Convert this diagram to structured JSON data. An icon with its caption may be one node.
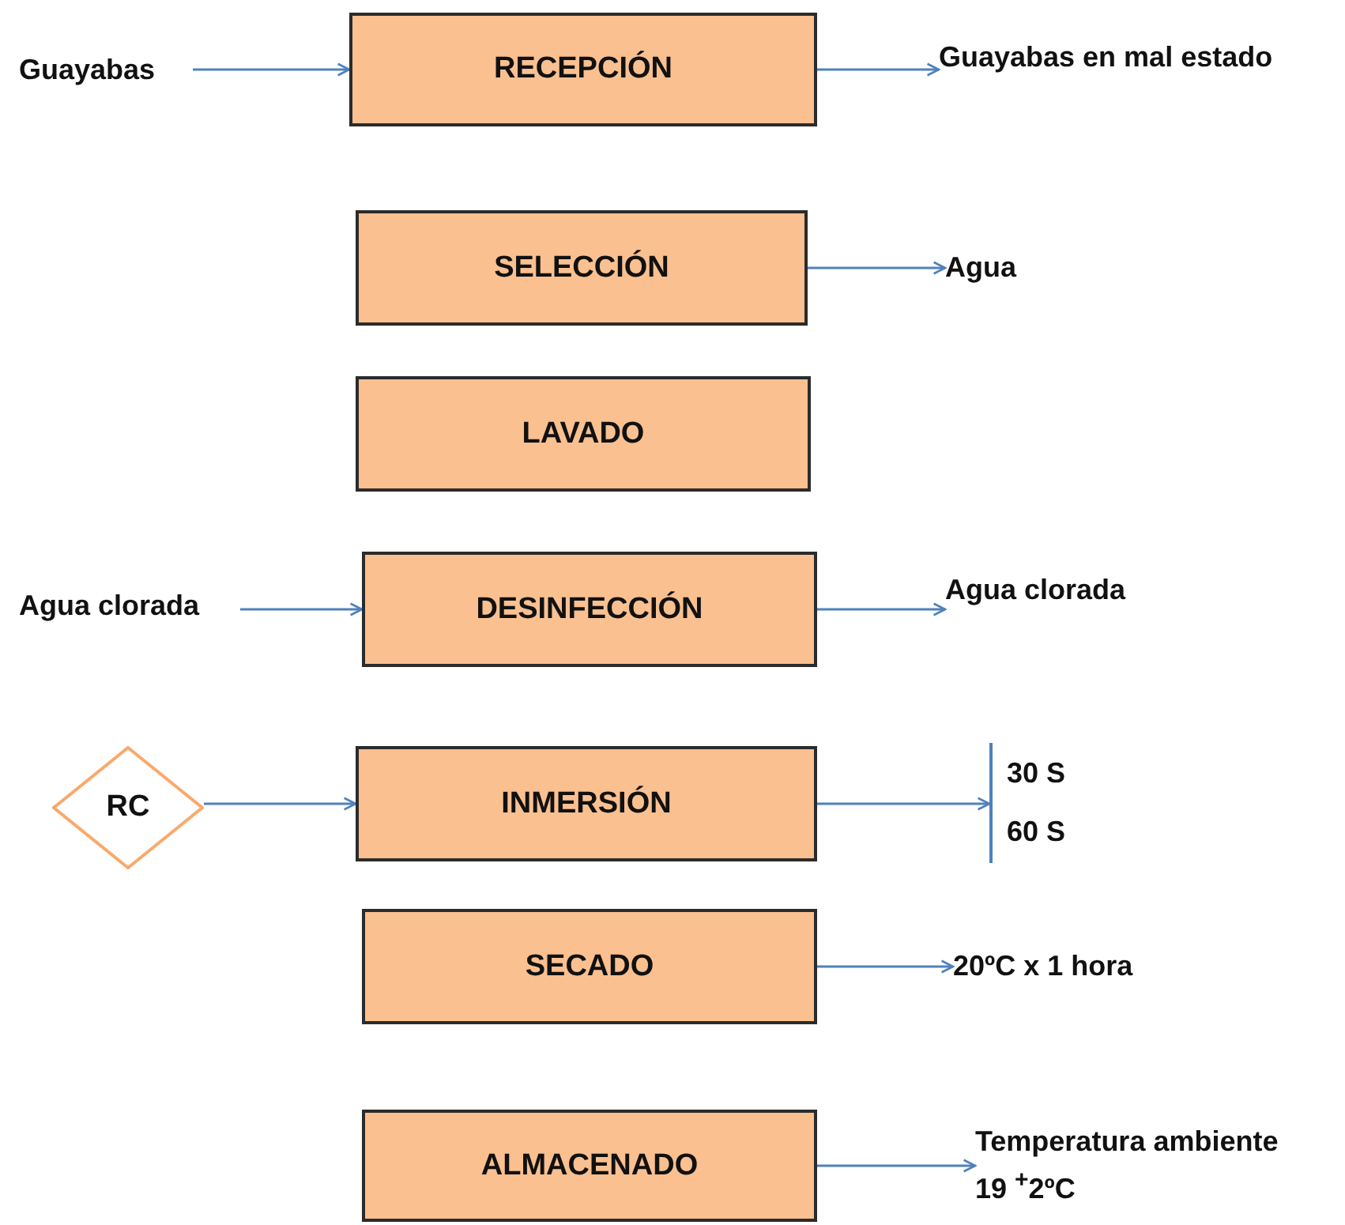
{
  "diagram": {
    "nodes": [
      {
        "text": [
          "Guayabas"
        ]
      },
      {
        "text": [
          "RECEPCIÓN"
        ]
      },
      {
        "text": [
          "Guayabas en mal estado"
        ]
      },
      {
        "text": [
          "SELECCIÓN"
        ]
      },
      {
        "text": [
          "Agua"
        ]
      },
      {
        "text": [
          "LAVADO"
        ]
      },
      {
        "text": [
          "Agua clorada"
        ]
      },
      {
        "text": [
          "DESINFECCIÓN"
        ]
      },
      {
        "text": [
          "Agua clorada"
        ]
      },
      {
        "text": [
          "RC"
        ]
      },
      {
        "text": [
          "INMERSIÓN"
        ]
      },
      {
        "text": [
          "30 S",
          "60 S"
        ]
      },
      {
        "text": [
          "SECADO"
        ]
      },
      {
        "text": [
          "20ºC x 1 hora"
        ]
      },
      {
        "text": [
          "ALMACENADO"
        ]
      },
      {
        "text": [
          "Temperatura ambiente",
          "19 $^{+}$2ºC"
        ]
      }
    ],
    "edges": [
      {
        "from": 0,
        "to": 1,
        "arrow": "to"
      },
      {
        "from": 1,
        "to": 2,
        "arrow": "to"
      },
      {
        "from": 3,
        "to": 4,
        "arrow": "to"
      },
      {
        "from": 6,
        "to": 7,
        "arrow": "to"
      },
      {
        "from": 7,
        "to": 8,
        "arrow": "to"
      },
      {
        "from": 9,
        "to": 10,
        "arrow": "to"
      },
      {
        "from": 10,
        "to": 11,
        "arrow": "to"
      },
      {
        "from": 12,
        "to": 13,
        "arrow": "to"
      },
      {
        "from": 14,
        "to": 15,
        "arrow": "to"
      }
    ]
  }
}
